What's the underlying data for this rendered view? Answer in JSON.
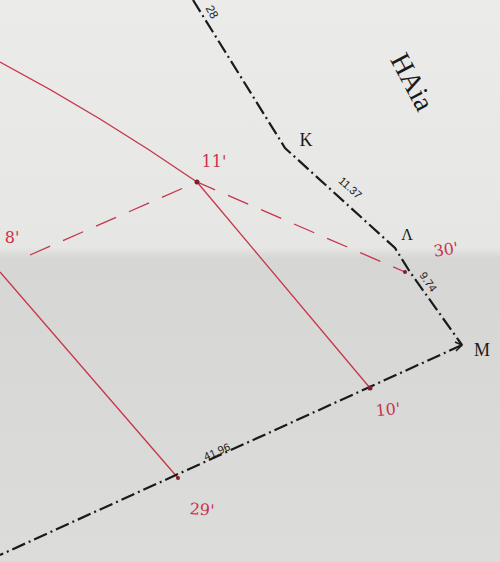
{
  "diagram": {
    "labels": [
      "28",
      "HAia",
      "K",
      "11.37",
      "Λ",
      "9.74",
      "M",
      "41.96",
      "11'",
      "30'",
      "10'",
      "29'",
      "8'"
    ]
  }
}
